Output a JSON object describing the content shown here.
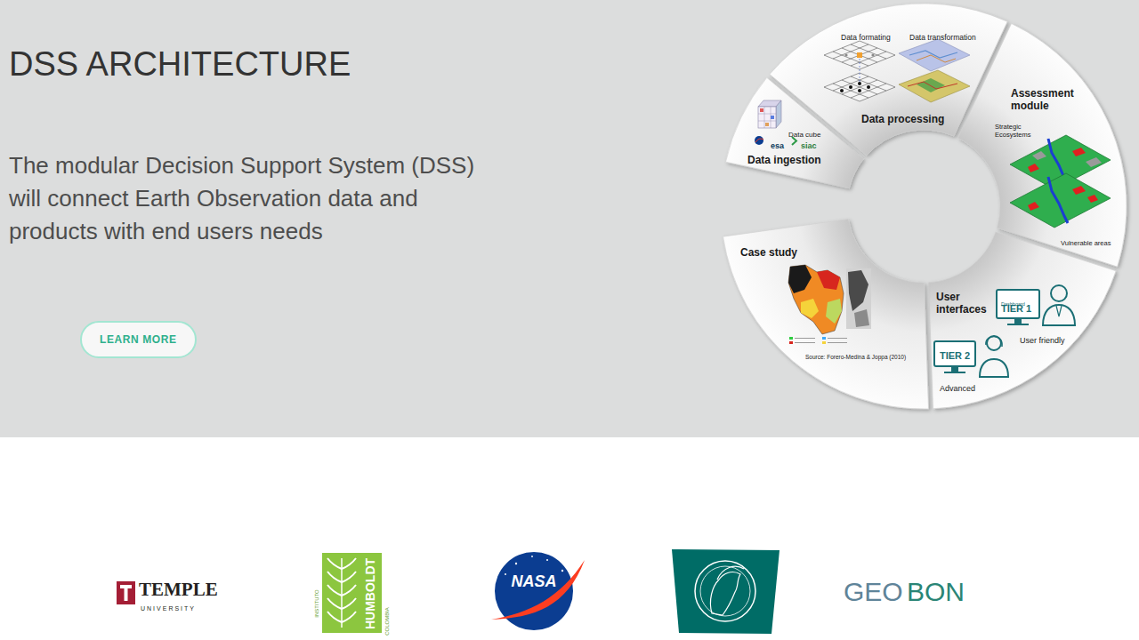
{
  "diagram": {
    "title": "DSS ARCHITECTURE",
    "nodes": [
      {
        "text": [
          "LEARN MORE"
        ]
      },
      {
        "text": [
          "Data ingestion",
          "Data cube",
          "esa",
          "siac"
        ]
      },
      {
        "text": [
          "Data processing",
          "Data formating",
          "Data transformation"
        ]
      },
      {
        "text": [
          "Assessment module",
          "Strategic Ecosystems",
          "Vulnerable areas"
        ]
      },
      {
        "text": [
          "User interfaces",
          "Dashboard",
          "TIER 1",
          "User friendly",
          "TIER 2",
          "Advanced"
        ]
      },
      {
        "text": [
          "Case study",
          "Source: Forero-Medina & Joppa (2010)"
        ]
      }
    ],
    "labels": [
      "The modular Decision Support System (DSS) will connect Earth Observation data and products with end users needs",
      "TEMPLE",
      "UNIVERSITY",
      "INSTITUTO",
      "HUMBOLDT",
      "COLOMBIA",
      "NASA",
      "GEO",
      "BON"
    ]
  }
}
